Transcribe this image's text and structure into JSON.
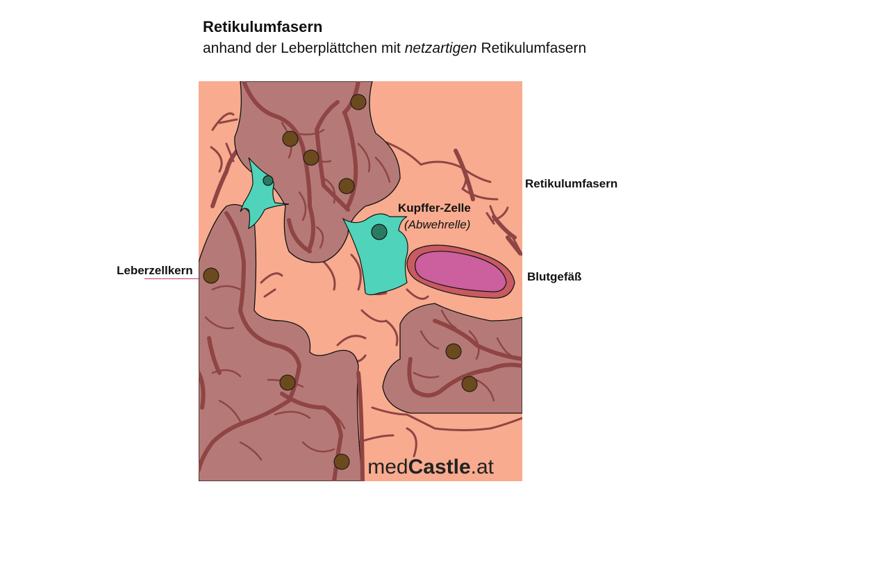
{
  "header": {
    "title": "Retikulumfasern",
    "subtitle_part1": "anhand der Leberplättchen mit ",
    "subtitle_emph": "netzartigen",
    "subtitle_part2": " Retikulumfasern"
  },
  "labels": {
    "reticulum": "Retikulumfasern",
    "kupffer": "Kupffer-Zelle",
    "kupffer_sub": "(Abwehrelle)",
    "vessel": "Blutgefäß",
    "nucleus": "Leberzellkern"
  },
  "watermark": {
    "prefix": "med",
    "brand": "Castle",
    "suffix": ".at"
  },
  "colors": {
    "background": "#f8ab8f",
    "hepatocyte_plate": "#b57a77",
    "fiber": "#8e4544",
    "nucleus": "#6b4a1e",
    "kupffer": "#4fd4bb",
    "kupffer_nucleus": "#2a7a63",
    "vessel_wall": "#c85a62",
    "vessel_lumen": "#cc5f9e",
    "leader": "#c0306a"
  }
}
